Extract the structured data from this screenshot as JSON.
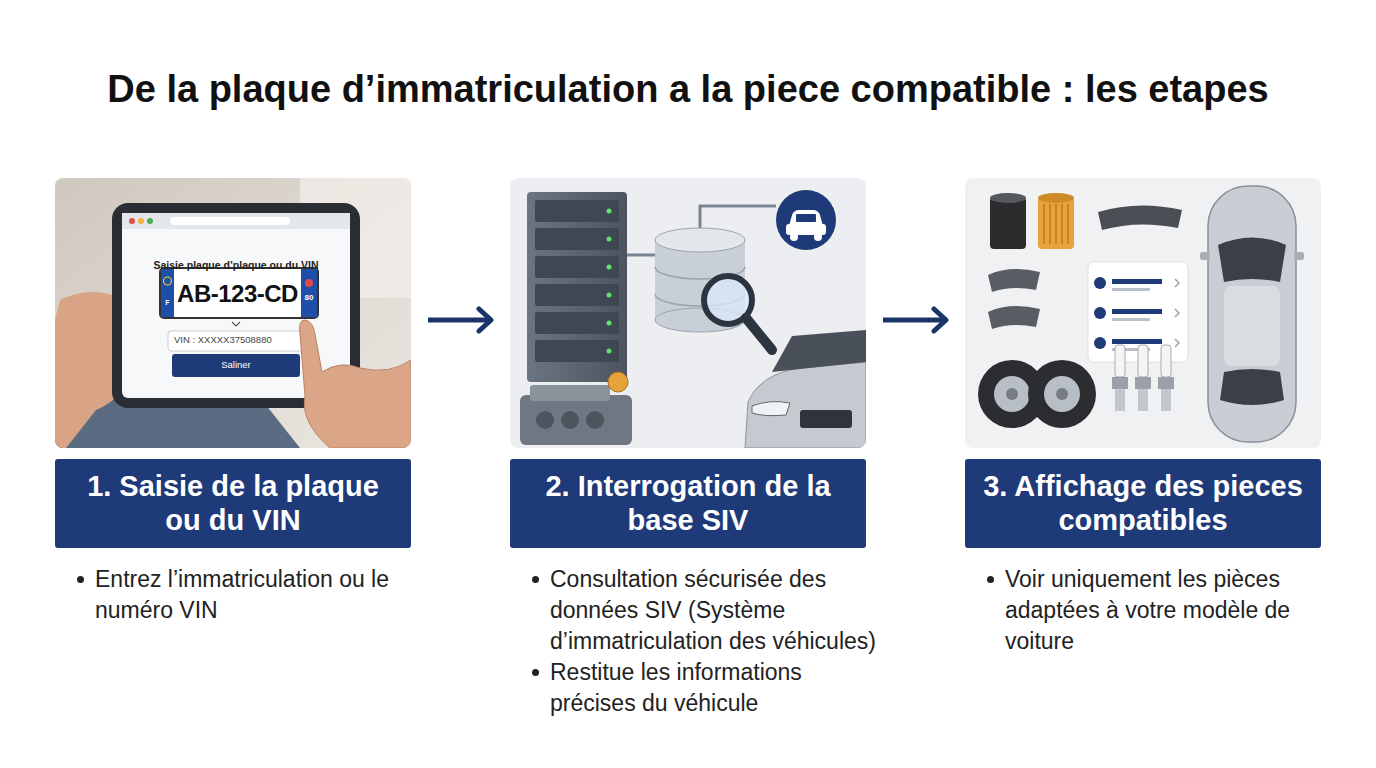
{
  "diagram": {
    "title": "De la plaque d’immatriculation a la piece compatible : les etapes",
    "nodes": [
      {
        "text": [
          "1. Saisie de la plaque ou du VIN",
          "Entrez l’immatriculation ou le numéro VIN"
        ]
      },
      {
        "text": [
          "2. Interrogation de la base SIV",
          "Consultation sécurisée des données SIV (Système d’immatriculation des véhicules)",
          "Restitue les informations précises du véhicule"
        ]
      },
      {
        "text": [
          "3. Affichage des pieces compatibles",
          "Voir uniquement les pièces adaptées à votre modèle de voiture"
        ]
      }
    ],
    "edges": [
      {
        "from": 0,
        "to": 1,
        "arrow": "to"
      },
      {
        "from": 1,
        "to": 2,
        "arrow": "to"
      }
    ],
    "labels": [
      "Saisie plaque d’plaque ou du VIN",
      "F",
      "AB-123-CD",
      "80",
      "VIN : XXXXX37508880",
      "Saliner"
    ]
  }
}
